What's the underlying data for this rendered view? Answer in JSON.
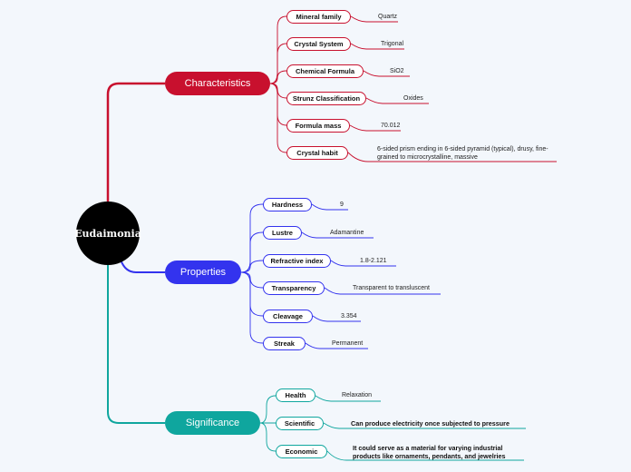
{
  "root": {
    "label": "Eudaimonia"
  },
  "branches": [
    {
      "label": "Characteristics",
      "color": "#c8102e",
      "items": [
        {
          "label": "Mineral family",
          "value": "Quartz"
        },
        {
          "label": "Crystal System",
          "value": "Trigonal"
        },
        {
          "label": "Chemical Formula",
          "value": "SiO2"
        },
        {
          "label": "Strunz Classification",
          "value": "Oxides"
        },
        {
          "label": "Formula mass",
          "value": "70.012"
        },
        {
          "label": "Crystal habit",
          "value": "6-sided prism ending in 6-sided pyramid (typical), drusy, fine-grained to microcrystalline, massive"
        }
      ]
    },
    {
      "label": "Properties",
      "color": "#3333ee",
      "items": [
        {
          "label": "Hardness",
          "value": "9"
        },
        {
          "label": "Lustre",
          "value": "Adamantine"
        },
        {
          "label": "Refractive index",
          "value": "1.8-2.121"
        },
        {
          "label": "Transparency",
          "value": "Transparent to transluscent"
        },
        {
          "label": "Cleavage",
          "value": "3.354"
        },
        {
          "label": "Streak",
          "value": "Permanent"
        }
      ]
    },
    {
      "label": "Significance",
      "color": "#0fa69e",
      "items": [
        {
          "label": "Health",
          "value": "Relaxation"
        },
        {
          "label": "Scientific",
          "value": "Can produce electricity once subjected to pressure"
        },
        {
          "label": "Economic",
          "value": "It could serve as a material for varying industrial products like ornaments, pendants, and jewelries"
        }
      ]
    }
  ]
}
